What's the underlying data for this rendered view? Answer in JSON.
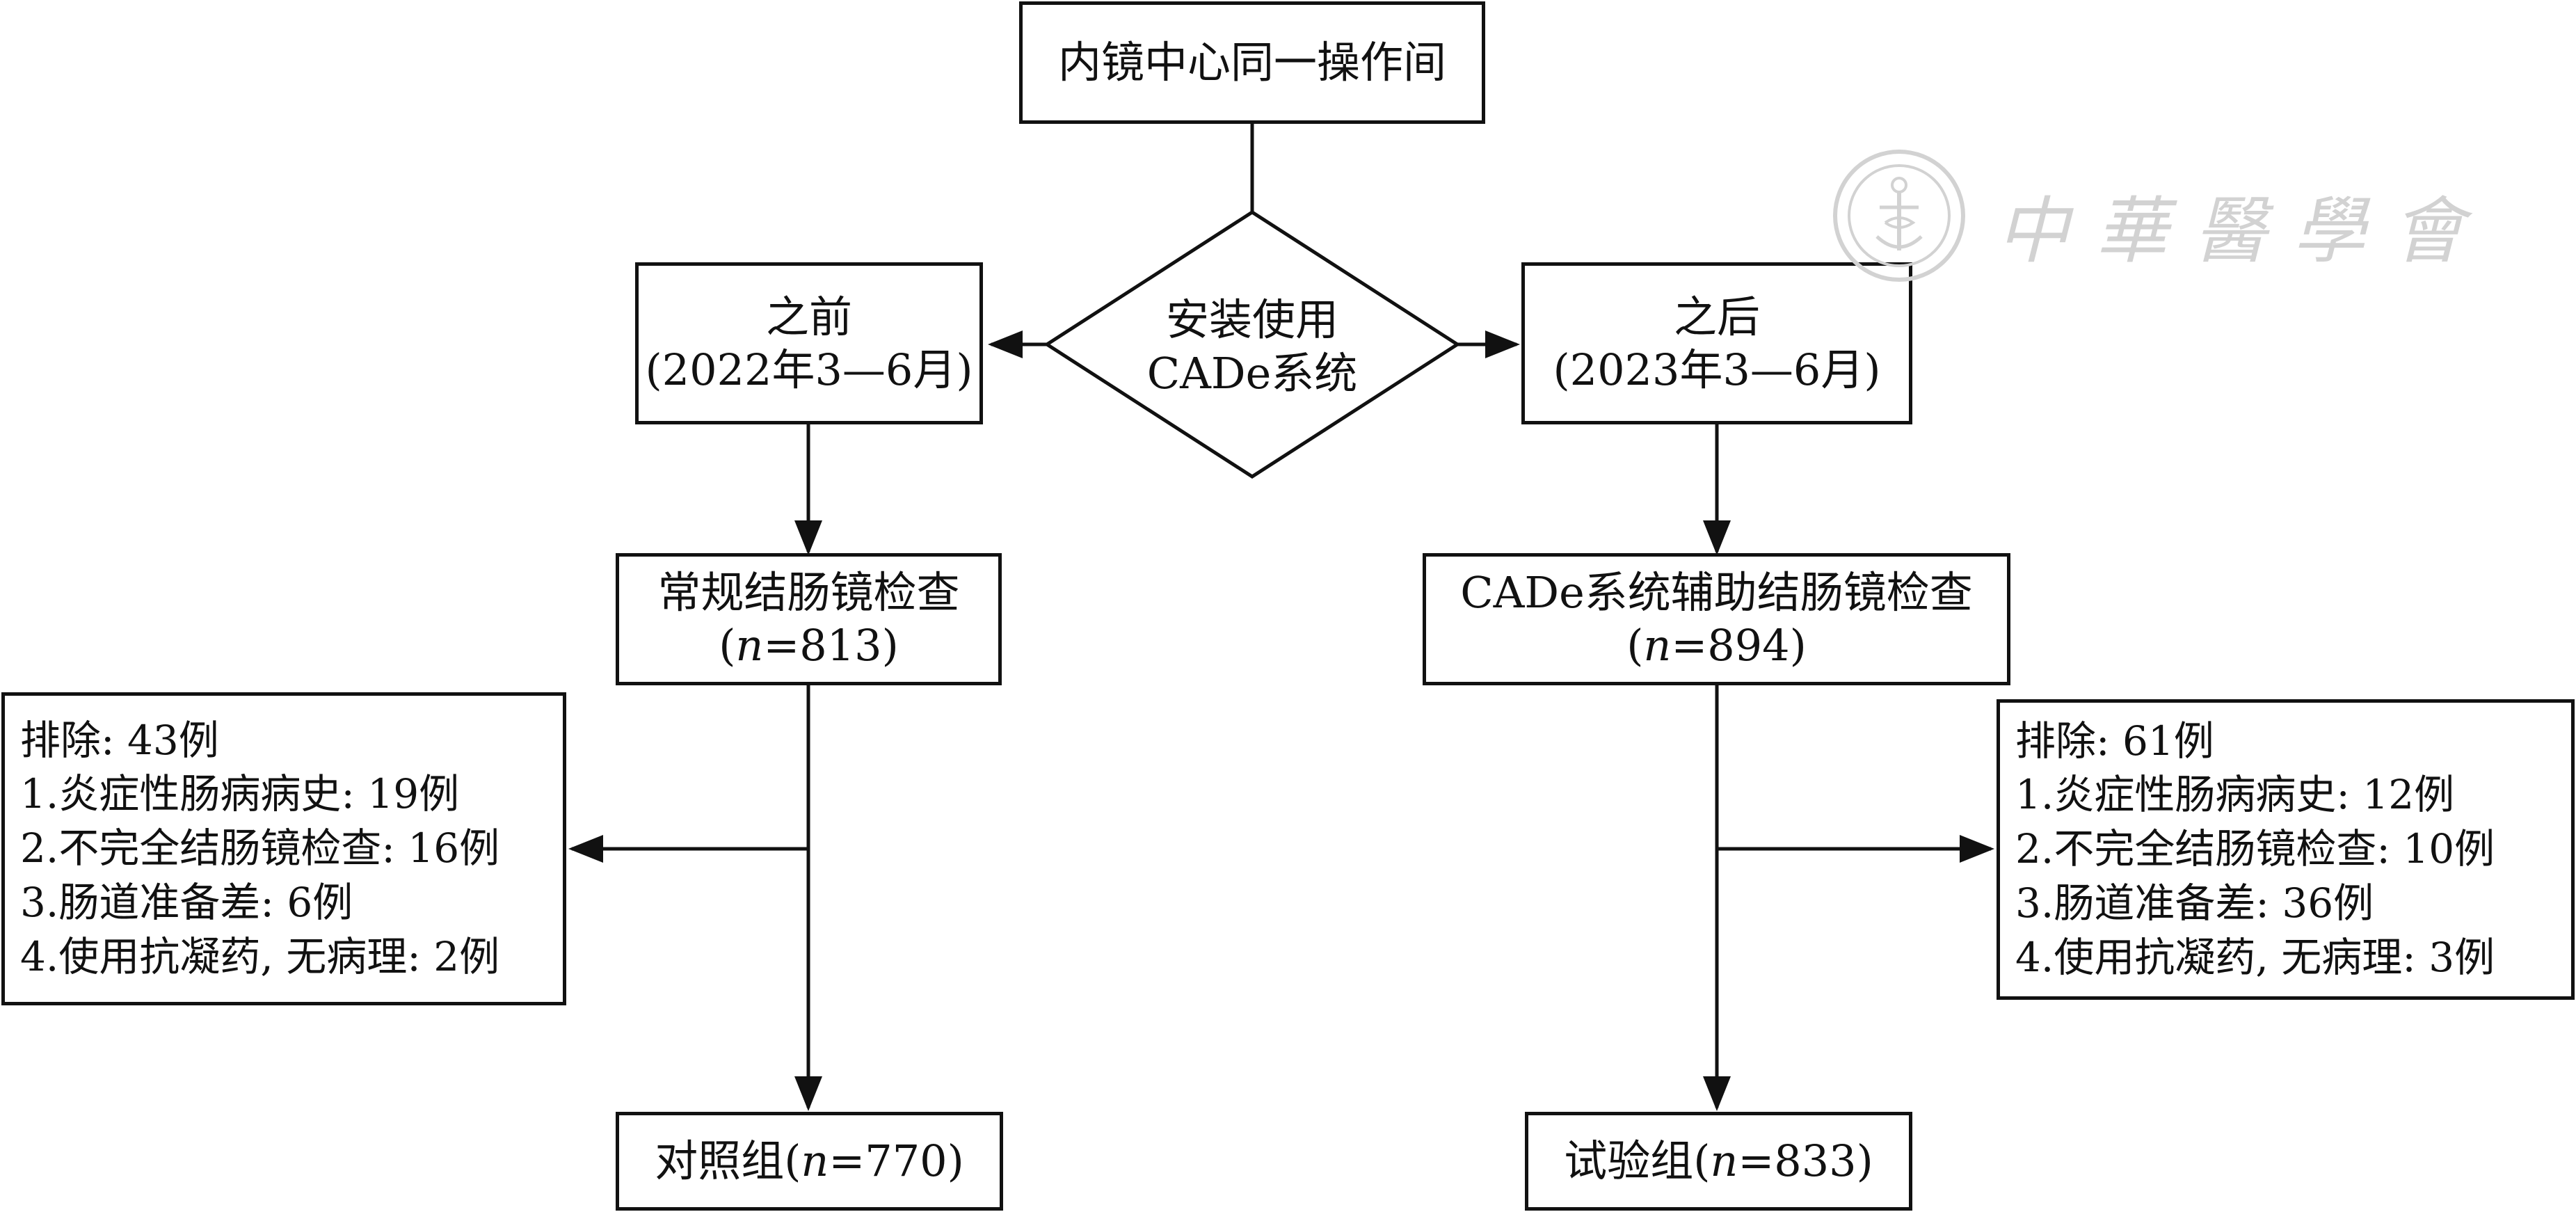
{
  "flowchart": {
    "start": {
      "label": "内镜中心同一操作间"
    },
    "decision": {
      "line1": "安装使用",
      "line2": "CADe系统"
    },
    "before": {
      "title": "之前",
      "period": "(2022年3—6月)"
    },
    "after": {
      "title": "之后",
      "period": "(2023年3—6月)"
    },
    "left_exam": {
      "label": "常规结肠镜检查",
      "n_prefix": "(",
      "n_symbol": "n",
      "n_value": "=813)"
    },
    "right_exam": {
      "label": "CADe系统辅助结肠镜检查",
      "n_prefix": "(",
      "n_symbol": "n",
      "n_value": "=894)"
    },
    "left_exclusion": {
      "items": [
        "排除: 43例",
        "1.炎症性肠病病史: 19例",
        "2.不完全结肠镜检查: 16例",
        "3.肠道准备差: 6例",
        "4.使用抗凝药, 无病理: 2例"
      ]
    },
    "right_exclusion": {
      "items": [
        "排除: 61例",
        "1.炎症性肠病病史: 12例",
        "2.不完全结肠镜检查: 10例",
        "3.肠道准备差: 36例",
        "4.使用抗凝药, 无病理: 3例"
      ]
    },
    "control_group": {
      "label": "对照组(",
      "n_symbol": "n",
      "n_value": "=770)"
    },
    "test_group": {
      "label": "试验组(",
      "n_symbol": "n",
      "n_value": "=833)"
    }
  },
  "watermark": {
    "text": "中華醫學會"
  },
  "colors": {
    "ink": "#111111",
    "watermark": "#d2d2d2"
  }
}
